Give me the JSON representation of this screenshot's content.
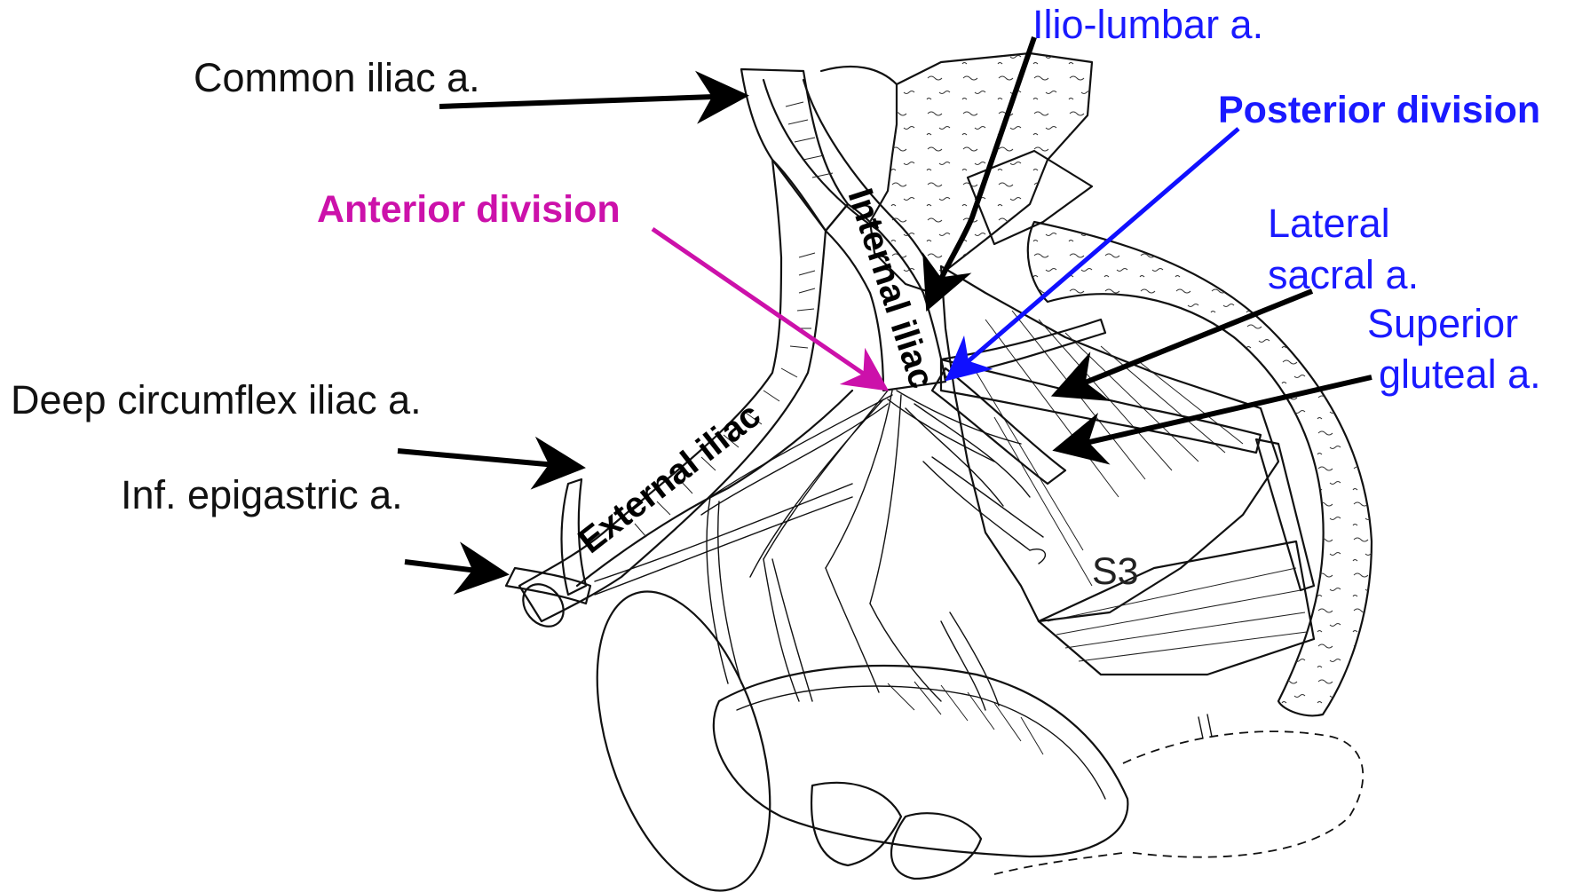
{
  "labels": {
    "common_iliac": "Common iliac a.",
    "ilio_lumbar": "Ilio-lumbar a.",
    "posterior_division": "Posterior division",
    "anterior_division": "Anterior division",
    "lateral_sacral_line1": "Lateral",
    "lateral_sacral_line2": "sacral a.",
    "superior_gluteal_line1": "Superior",
    "superior_gluteal_line2": "gluteal a.",
    "deep_circumflex_iliac": "Deep circumflex iliac a.",
    "inf_epigastric": "Inf. epigastric a.",
    "internal_iliac": "Internal iliac",
    "external_iliac": "External iliac",
    "s3": "S3"
  },
  "colors": {
    "artery": "#f08078",
    "artery_dark": "#b84a44",
    "bone": "#f2ef2a",
    "muscle": "#8f82d9",
    "green_structure": "#22dd22",
    "label_black": "#111111",
    "label_blue": "#1a1aff",
    "label_magenta": "#cc11aa",
    "arrow_black": "#000000",
    "arrow_blue": "#1010ff",
    "arrow_magenta": "#cc11aa"
  }
}
